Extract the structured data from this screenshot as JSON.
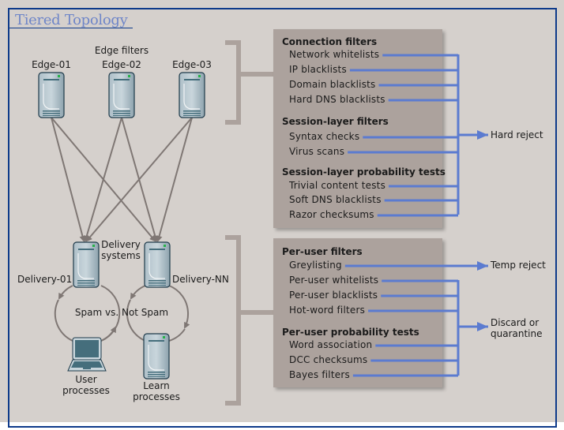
{
  "title": "Tiered Topology",
  "colors": {
    "accent_line": "#5b7bd0",
    "bracket": "#aca29d",
    "panel": "#aca29d",
    "background": "#d5d0cc",
    "frame": "#0e3a8a",
    "server_led": "#27b24a"
  },
  "edge": {
    "group_label": "Edge filters",
    "servers": [
      {
        "label": "Edge-01",
        "icon": "server-icon"
      },
      {
        "label": "Edge-02",
        "icon": "server-icon"
      },
      {
        "label": "Edge-03",
        "icon": "server-icon"
      }
    ]
  },
  "delivery": {
    "group_label_line1": "Delivery",
    "group_label_line2": "systems",
    "servers": [
      {
        "label": "Delivery-01",
        "icon": "server-icon"
      },
      {
        "label": "Delivery-NN",
        "icon": "server-icon"
      }
    ],
    "loop_label": "Spam vs. Not Spam",
    "user": {
      "line1": "User",
      "line2": "processes",
      "icon": "laptop-icon"
    },
    "learn": {
      "line1": "Learn",
      "line2": "processes",
      "icon": "server-icon"
    }
  },
  "panel_top": {
    "groups": [
      {
        "heading": "Connection filters",
        "items": [
          "Network whitelists",
          "IP blacklists",
          "Domain blacklists",
          "Hard DNS blacklists"
        ]
      },
      {
        "heading": "Session-layer filters",
        "items": [
          "Syntax checks",
          "Virus scans"
        ]
      },
      {
        "heading": "Session-layer probability tests",
        "items": [
          "Trivial content tests",
          "Soft DNS blacklists",
          "Razor checksums"
        ]
      }
    ],
    "outcome": "Hard reject"
  },
  "panel_bottom": {
    "groups": [
      {
        "heading": "Per-user filters",
        "items": [
          "Greylisting",
          "Per-user whitelists",
          "Per-user blacklists",
          "Hot-word filters"
        ]
      },
      {
        "heading": "Per-user  probability tests",
        "items": [
          "Word association",
          "DCC checksums",
          "Bayes filters"
        ]
      }
    ],
    "outcome_greylisting": "Temp reject",
    "outcome_line1": "Discard or",
    "outcome_line2": "quarantine"
  }
}
